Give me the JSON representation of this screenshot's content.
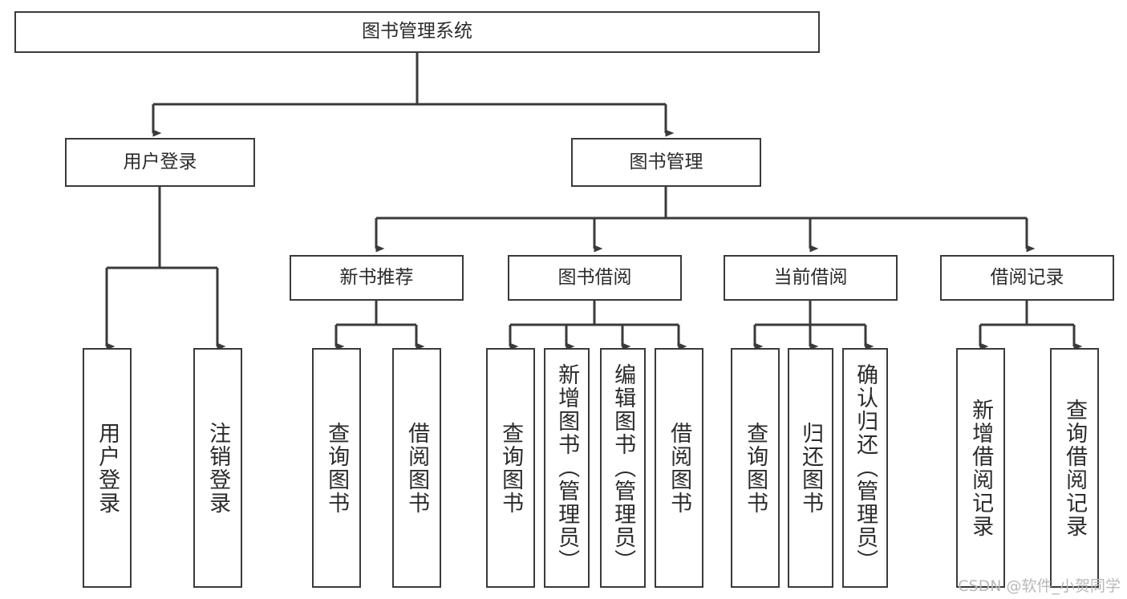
{
  "diagram": {
    "title": "图书管理系统",
    "watermark": "CSDN @软件_小贺同学",
    "colors": {
      "stroke": "#3a3a3a",
      "text": "#2b2b2b",
      "background": "#ffffff",
      "watermark": "#b9b9b9"
    },
    "nodes": {
      "root": {
        "label": "图书管理系统"
      },
      "level1": [
        {
          "label": "用户登录"
        },
        {
          "label": "图书管理"
        }
      ],
      "level2": [
        {
          "label": "新书推荐"
        },
        {
          "label": "图书借阅"
        },
        {
          "label": "当前借阅"
        },
        {
          "label": "借阅记录"
        }
      ],
      "leaves": {
        "user_login": [
          {
            "label": "用户登录"
          },
          {
            "label": "注销登录"
          }
        ],
        "new_book_recommend": [
          {
            "label": "查询图书"
          },
          {
            "label": "借阅图书"
          }
        ],
        "book_borrow": [
          {
            "label": "查询图书"
          },
          {
            "label": "新增图书（管理员）"
          },
          {
            "label": "编辑图书（管理员）"
          },
          {
            "label": "借阅图书"
          }
        ],
        "current_borrow": [
          {
            "label": "查询图书"
          },
          {
            "label": "归还图书"
          },
          {
            "label": "确认归还（管理员）"
          }
        ],
        "borrow_record": [
          {
            "label": "新增借阅记录"
          },
          {
            "label": "查询借阅记录"
          }
        ]
      }
    }
  }
}
